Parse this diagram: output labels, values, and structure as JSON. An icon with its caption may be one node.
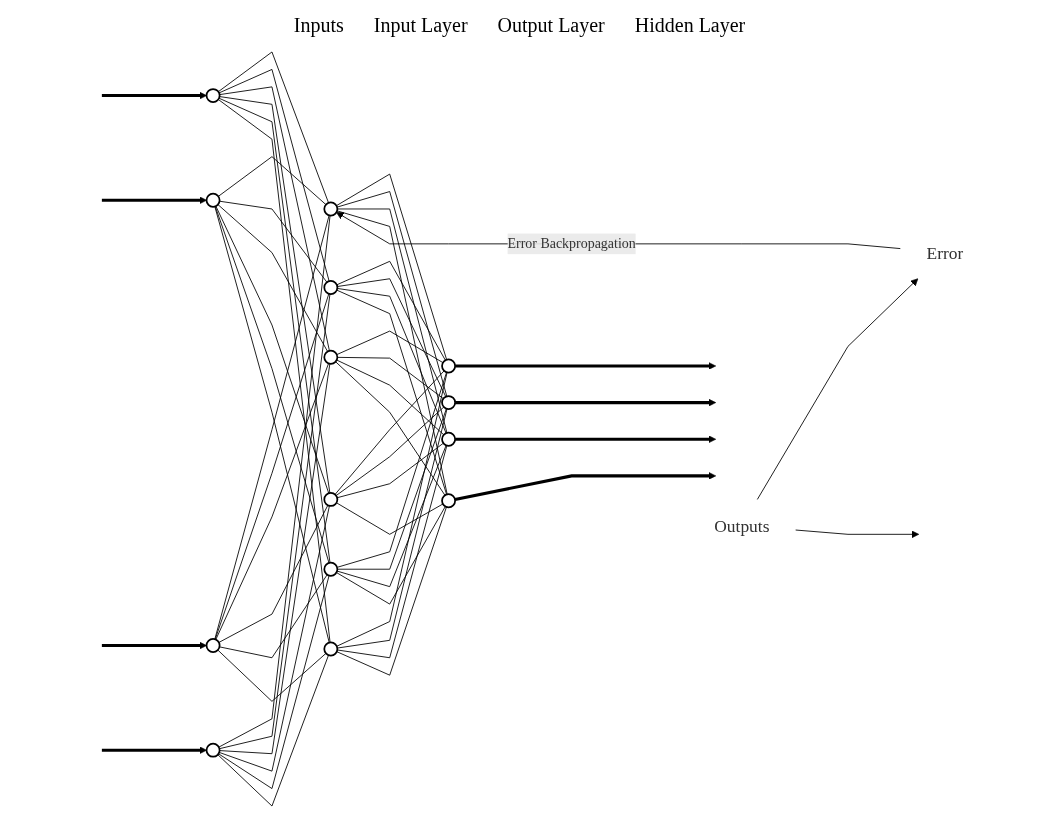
{
  "diagram": {
    "nodes": [
      {
        "text": [],
        "shape": "circle"
      },
      {
        "text": [],
        "shape": "circle"
      },
      {
        "text": [],
        "shape": "circle"
      },
      {
        "text": [],
        "shape": "circle"
      },
      {
        "text": [],
        "shape": "circle"
      },
      {
        "text": [],
        "shape": "circle"
      },
      {
        "text": [],
        "shape": "circle"
      },
      {
        "text": [],
        "shape": "circle"
      },
      {
        "text": [],
        "shape": "circle"
      },
      {
        "text": [],
        "shape": "circle"
      },
      {
        "text": [],
        "shape": "circle"
      },
      {
        "text": [],
        "shape": "circle"
      },
      {
        "text": [],
        "shape": "circle"
      },
      {
        "text": [],
        "shape": "circle"
      },
      {
        "text": [
          "Outputs"
        ]
      },
      {
        "text": [
          "Error"
        ]
      }
    ],
    "edges": [
      {
        "from": null,
        "to": 0,
        "arrow": "to",
        "style": "thick"
      },
      {
        "from": null,
        "to": 1,
        "arrow": "to",
        "style": "thick"
      },
      {
        "from": null,
        "to": 2,
        "arrow": "to",
        "style": "thick"
      },
      {
        "from": null,
        "to": 3,
        "arrow": "to",
        "style": "thick"
      },
      {
        "from": 0,
        "to": 4,
        "arrow": "none"
      },
      {
        "from": 0,
        "to": 5,
        "arrow": "none"
      },
      {
        "from": 0,
        "to": 6,
        "arrow": "none"
      },
      {
        "from": 0,
        "to": 7,
        "arrow": "none"
      },
      {
        "from": 0,
        "to": 8,
        "arrow": "none"
      },
      {
        "from": 0,
        "to": 9,
        "arrow": "none"
      },
      {
        "from": 1,
        "to": 4,
        "arrow": "none"
      },
      {
        "from": 1,
        "to": 5,
        "arrow": "none"
      },
      {
        "from": 1,
        "to": 6,
        "arrow": "none"
      },
      {
        "from": 1,
        "to": 7,
        "arrow": "none"
      },
      {
        "from": 1,
        "to": 8,
        "arrow": "none"
      },
      {
        "from": 1,
        "to": 9,
        "arrow": "none"
      },
      {
        "from": 2,
        "to": 4,
        "arrow": "none"
      },
      {
        "from": 2,
        "to": 5,
        "arrow": "none"
      },
      {
        "from": 2,
        "to": 6,
        "arrow": "none"
      },
      {
        "from": 2,
        "to": 7,
        "arrow": "none"
      },
      {
        "from": 2,
        "to": 8,
        "arrow": "none"
      },
      {
        "from": 2,
        "to": 9,
        "arrow": "none"
      },
      {
        "from": 3,
        "to": 4,
        "arrow": "none"
      },
      {
        "from": 3,
        "to": 5,
        "arrow": "none"
      },
      {
        "from": 3,
        "to": 6,
        "arrow": "none"
      },
      {
        "from": 3,
        "to": 7,
        "arrow": "none"
      },
      {
        "from": 3,
        "to": 8,
        "arrow": "none"
      },
      {
        "from": 3,
        "to": 9,
        "arrow": "none"
      },
      {
        "from": 4,
        "to": 10,
        "arrow": "none"
      },
      {
        "from": 4,
        "to": 11,
        "arrow": "none"
      },
      {
        "from": 4,
        "to": 12,
        "arrow": "none"
      },
      {
        "from": 4,
        "to": 13,
        "arrow": "none"
      },
      {
        "from": 5,
        "to": 10,
        "arrow": "none"
      },
      {
        "from": 5,
        "to": 11,
        "arrow": "none"
      },
      {
        "from": 5,
        "to": 12,
        "arrow": "none"
      },
      {
        "from": 5,
        "to": 13,
        "arrow": "none"
      },
      {
        "from": 6,
        "to": 10,
        "arrow": "none"
      },
      {
        "from": 6,
        "to": 11,
        "arrow": "none"
      },
      {
        "from": 6,
        "to": 12,
        "arrow": "none"
      },
      {
        "from": 6,
        "to": 13,
        "arrow": "none"
      },
      {
        "from": 7,
        "to": 10,
        "arrow": "none"
      },
      {
        "from": 7,
        "to": 11,
        "arrow": "none"
      },
      {
        "from": 7,
        "to": 12,
        "arrow": "none"
      },
      {
        "from": 7,
        "to": 13,
        "arrow": "none"
      },
      {
        "from": 8,
        "to": 10,
        "arrow": "none"
      },
      {
        "from": 8,
        "to": 11,
        "arrow": "none"
      },
      {
        "from": 8,
        "to": 12,
        "arrow": "none"
      },
      {
        "from": 8,
        "to": 13,
        "arrow": "none"
      },
      {
        "from": 9,
        "to": 10,
        "arrow": "none"
      },
      {
        "from": 9,
        "to": 11,
        "arrow": "none"
      },
      {
        "from": 9,
        "to": 12,
        "arrow": "none"
      },
      {
        "from": 9,
        "to": 13,
        "arrow": "none"
      },
      {
        "from": 10,
        "to": null,
        "arrow": "to",
        "style": "thick"
      },
      {
        "from": 11,
        "to": null,
        "arrow": "to",
        "style": "thick"
      },
      {
        "from": 12,
        "to": null,
        "arrow": "to",
        "style": "thick"
      },
      {
        "from": 13,
        "to": null,
        "arrow": "to",
        "style": "thick"
      },
      {
        "from": 14,
        "to": 15,
        "arrow": "to"
      },
      {
        "from": 14,
        "to": null,
        "arrow": "to"
      },
      {
        "from": 15,
        "to": 4,
        "arrow": "to",
        "label": "Error Backpropagation"
      }
    ],
    "labels": [
      "Inputs",
      "Input Layer",
      "Output Layer",
      "Hidden Layer"
    ]
  }
}
